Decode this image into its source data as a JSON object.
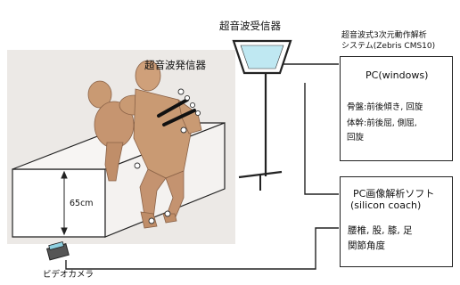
{
  "labels": {
    "transmitter": "超音波発信器",
    "receiver": "超音波受信器",
    "system_line1": "超音波式3次元動作解析",
    "system_line2": "システム(Zebris CMS10)",
    "height": "65cm",
    "camera": "ビデオカメラ"
  },
  "pc_windows": {
    "title": "PC(windows)",
    "lines": [
      "骨盤:前後傾き, 回旋",
      "体幹:前後屈, 側屈,",
      "回旋"
    ]
  },
  "pc_analysis": {
    "title_line1": "PC画像解析ソフト",
    "title_line2": "(silicon coach)",
    "lines": [
      "腰椎, 股, 膝, 足",
      "関節角度"
    ]
  },
  "colors": {
    "scene_bg": "#ece9e6",
    "receiver_screen": "#bfe8f2",
    "camera_lens": "#8fd0e0",
    "figure_skin": "#c99a73",
    "marker": "#ffffff"
  },
  "icons": [
    "ultrasonic-receiver-icon",
    "video-camera-icon",
    "human-figure-icon",
    "box-platform-icon"
  ]
}
